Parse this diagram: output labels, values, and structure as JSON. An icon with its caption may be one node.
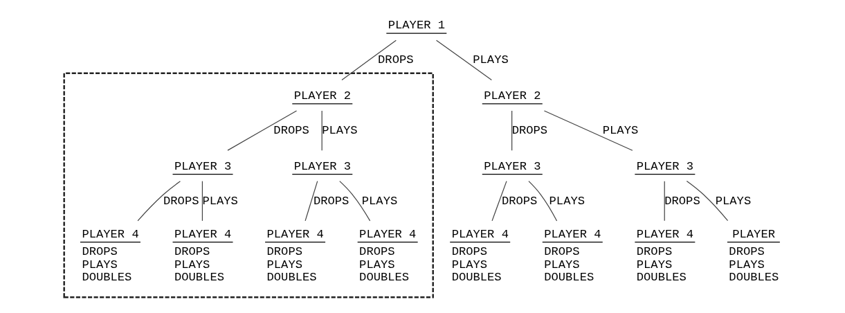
{
  "diagram": {
    "nodes": [
      {
        "text": [
          "PLAYER 1"
        ]
      },
      {
        "text": [],
        "shape": "box"
      },
      {
        "text": [
          "PLAYER 2"
        ],
        "in": 1
      },
      {
        "text": [
          "PLAYER 2"
        ]
      },
      {
        "text": [
          "PLAYER 3"
        ],
        "in": 1
      },
      {
        "text": [
          "PLAYER 3"
        ],
        "in": 1
      },
      {
        "text": [
          "PLAYER 3"
        ]
      },
      {
        "text": [
          "PLAYER 3"
        ]
      },
      {
        "text": [
          "PLAYER 4",
          "DROPS PLAYS DOUBLES"
        ],
        "in": 1
      },
      {
        "text": [
          "PLAYER 4",
          "DROPS PLAYS DOUBLES"
        ],
        "in": 1
      },
      {
        "text": [
          "PLAYER 4",
          "DROPS PLAYS DOUBLES"
        ],
        "in": 1
      },
      {
        "text": [
          "PLAYER 4",
          "DROPS PLAYS DOUBLES"
        ],
        "in": 1
      },
      {
        "text": [
          "PLAYER 4",
          "DROPS PLAYS DOUBLES"
        ]
      },
      {
        "text": [
          "PLAYER 4",
          "DROPS PLAYS DOUBLES"
        ]
      },
      {
        "text": [
          "PLAYER 4",
          "DROPS PLAYS DOUBLES"
        ]
      },
      {
        "text": [
          "PLAYER",
          "DROPS PLAYS DOUBLES"
        ]
      }
    ],
    "edges": [
      {
        "from": 0,
        "to": 2,
        "arrow": "none",
        "label": "DROPS"
      },
      {
        "from": 0,
        "to": 3,
        "arrow": "none",
        "label": "PLAYS"
      },
      {
        "from": 2,
        "to": 4,
        "arrow": "none",
        "label": "DROPS"
      },
      {
        "from": 2,
        "to": 5,
        "arrow": "none",
        "label": "PLAYS"
      },
      {
        "from": 3,
        "to": 6,
        "arrow": "none",
        "label": "DROPS"
      },
      {
        "from": 3,
        "to": 7,
        "arrow": "none",
        "label": "PLAYS"
      },
      {
        "from": 4,
        "to": 8,
        "arrow": "none",
        "label": "DROPS"
      },
      {
        "from": 4,
        "to": 9,
        "arrow": "none",
        "label": "PLAYS"
      },
      {
        "from": 5,
        "to": 10,
        "arrow": "none",
        "label": "DROPS"
      },
      {
        "from": 5,
        "to": 11,
        "arrow": "none",
        "label": "PLAYS"
      },
      {
        "from": 6,
        "to": 12,
        "arrow": "none",
        "label": "DROPS"
      },
      {
        "from": 6,
        "to": 13,
        "arrow": "none",
        "label": "PLAYS"
      },
      {
        "from": 7,
        "to": 14,
        "arrow": "none",
        "label": "DROPS"
      },
      {
        "from": 7,
        "to": 15,
        "arrow": "none",
        "label": "PLAYS"
      }
    ]
  }
}
